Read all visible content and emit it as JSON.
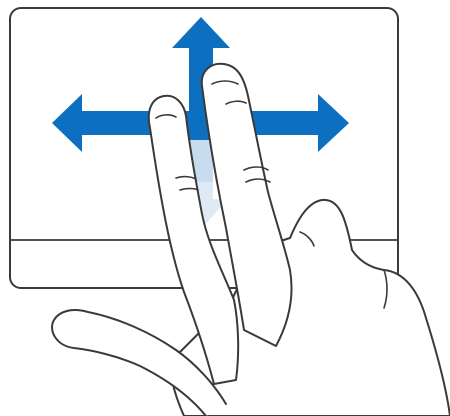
{
  "illustration": {
    "device": "trackpad",
    "gesture": "two-finger-scroll",
    "directions": [
      "up",
      "down",
      "left",
      "right"
    ]
  },
  "colors": {
    "arrow": "#0d6fbf",
    "arrow_faded": "#dce8f3",
    "outline": "#3a3a3a",
    "background": "#ffffff"
  }
}
